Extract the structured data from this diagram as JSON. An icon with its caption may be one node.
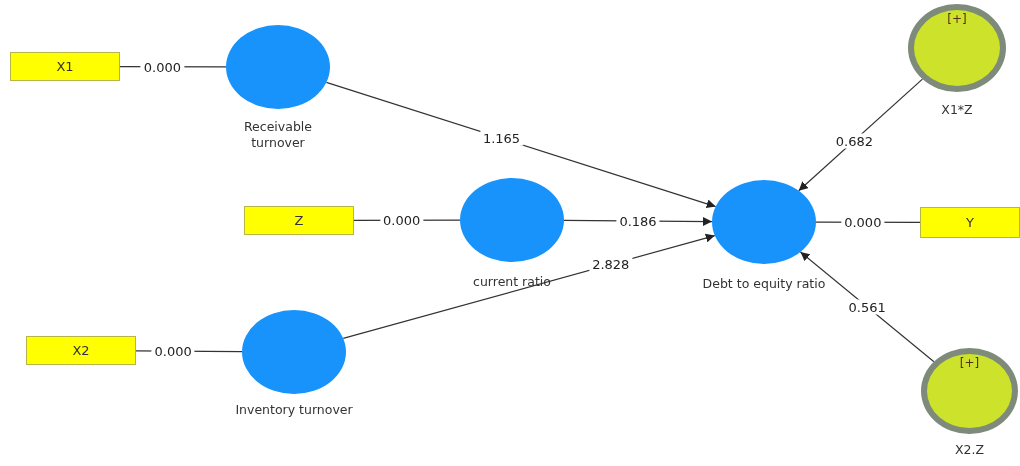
{
  "diagram": {
    "nodes": [
      {
        "text": [
          "X1"
        ]
      },
      {
        "text": [
          "Receivable turnover"
        ]
      },
      {
        "text": [
          "Z"
        ]
      },
      {
        "text": [
          "current ratio"
        ]
      },
      {
        "text": [
          "X2"
        ]
      },
      {
        "text": [
          "Inventory turnover"
        ]
      },
      {
        "text": [
          "Debt to equity ratio"
        ]
      },
      {
        "text": [
          "[+]",
          "X1*Z"
        ]
      },
      {
        "text": [
          "Y"
        ]
      },
      {
        "text": [
          "[+]",
          "X2.Z"
        ]
      }
    ],
    "edges": [
      {
        "from": 0,
        "to": 1,
        "arrow": "none",
        "label": "0.000"
      },
      {
        "from": 1,
        "to": 6,
        "arrow": "to",
        "label": "1.165"
      },
      {
        "from": 2,
        "to": 3,
        "arrow": "none",
        "label": "0.000"
      },
      {
        "from": 3,
        "to": 6,
        "arrow": "to",
        "label": "0.186"
      },
      {
        "from": 4,
        "to": 5,
        "arrow": "none",
        "label": "0.000"
      },
      {
        "from": 5,
        "to": 6,
        "arrow": "to",
        "label": "2.828"
      },
      {
        "from": 7,
        "to": 6,
        "arrow": "to",
        "label": "0.682"
      },
      {
        "from": 6,
        "to": 8,
        "arrow": "none",
        "label": "0.000"
      },
      {
        "from": 9,
        "to": 6,
        "arrow": "to",
        "label": "0.561"
      }
    ]
  }
}
